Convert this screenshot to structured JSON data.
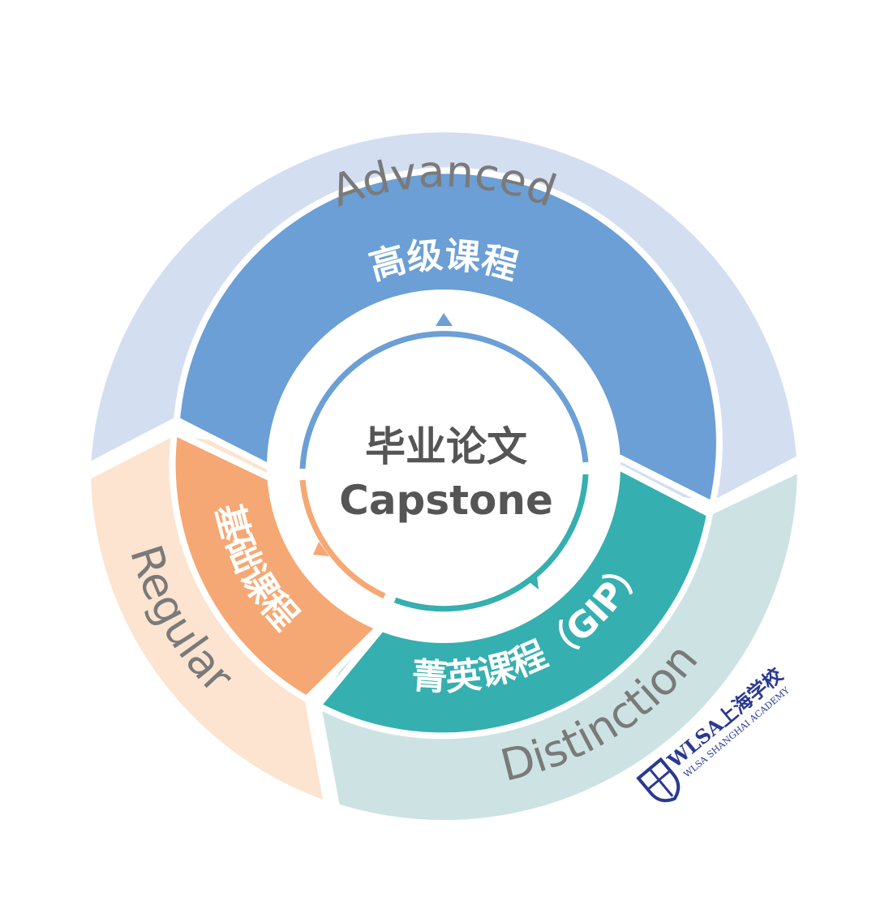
{
  "rings": {
    "advanced": {
      "label": "Advanced",
      "sub_label": "高级课程",
      "outer_color": "#D3DEF1",
      "inner_color": "#6B9FD5"
    },
    "regular": {
      "label": "Regular",
      "sub_label": "基础课程",
      "outer_color": "#FCE4D0",
      "inner_color": "#F5A873"
    },
    "distinction": {
      "label": "Distinction",
      "sub_label": "菁英课程（GIP）",
      "outer_color": "#CDE3E3",
      "inner_color": "#35AFAF"
    }
  },
  "center": {
    "title_cn": "毕业论文",
    "title_en": "Capstone"
  },
  "logo": {
    "name": "WLSA上海学校",
    "sub": "WLSA SHANGHAI ACADEMY"
  }
}
